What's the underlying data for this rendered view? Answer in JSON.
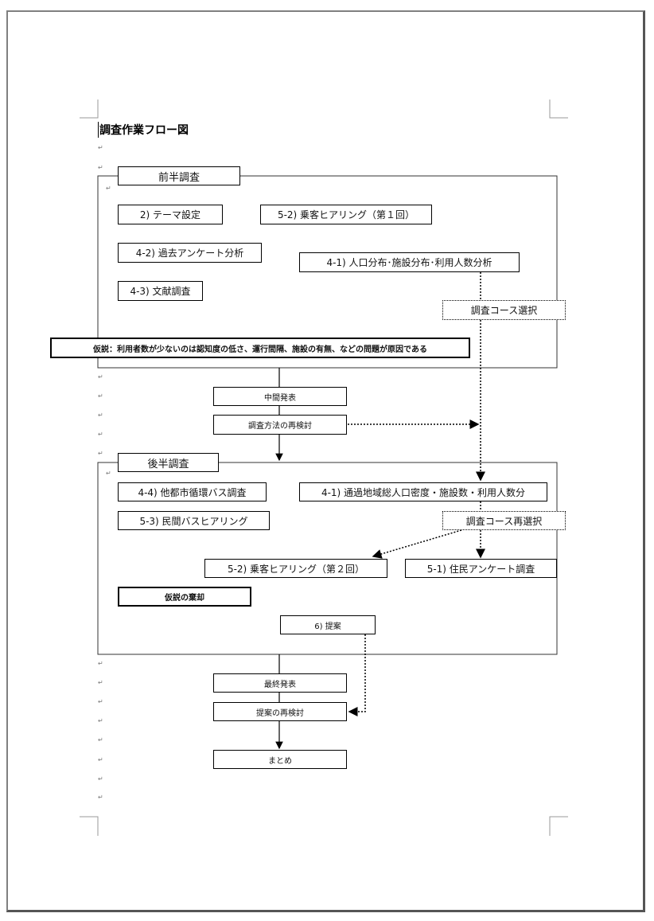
{
  "document": {
    "title": "調査作業フロー図",
    "return_mark": "↵",
    "first_half": {
      "label": "前半調査",
      "items": {
        "theme": "2) テーマ設定",
        "passenger_hearing_1": "5-2) 乗客ヒアリング（第１回）",
        "past_survey": "4-2) 過去アンケート分析",
        "population": "4-1) 人口分布･施設分布･利用人数分析",
        "literature": "4-3) 文献調査",
        "course_select": "調査コース選択"
      }
    },
    "hypothesis": "仮説：利用者数が少ないのは認知度の低さ、運行間隔、施設の有無、などの問題が原因である",
    "midterm": "中間発表",
    "method_review": "調査方法の再検討",
    "second_half": {
      "label": "後半調査",
      "items": {
        "other_cities": "4-4) 他都市循環バス調査",
        "route_density": "4-1) 通過地域総人口密度・施設数・利用人数分",
        "private_bus": "5-3) 民間バスヒアリング",
        "course_reselect": "調査コース再選択",
        "passenger_hearing_2": "5-2) 乗客ヒアリング（第２回）",
        "resident_survey": "5-1) 住民アンケート調査",
        "hypothesis_rejected": "仮説の棄却",
        "proposal": "6) 提案"
      }
    },
    "final": "最終発表",
    "proposal_review": "提案の再検討",
    "summary": "まとめ"
  }
}
